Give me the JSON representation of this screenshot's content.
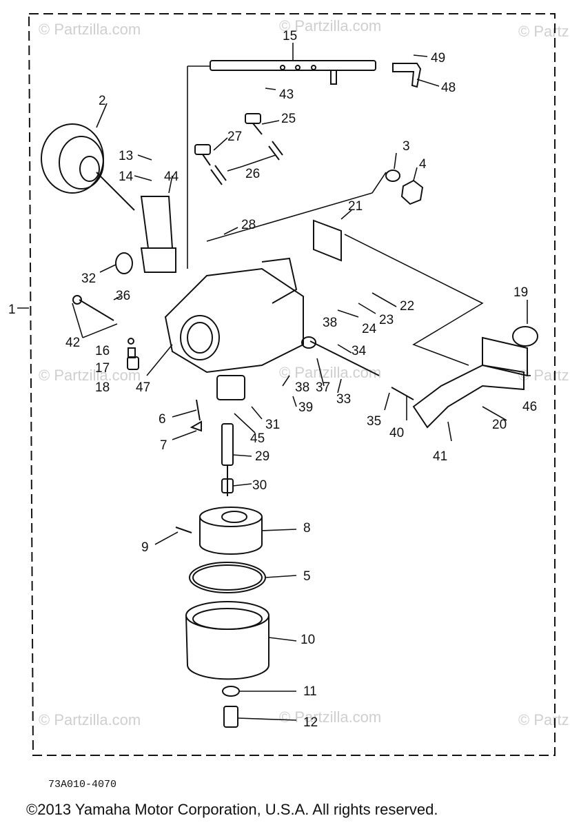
{
  "watermark": "© Partzilla.com",
  "diagram_code": "73A010-4070",
  "copyright": "©2013 Yamaha Motor Corporation, U.S.A. All rights reserved.",
  "callouts": [
    "1",
    "2",
    "3",
    "4",
    "5",
    "6",
    "7",
    "8",
    "9",
    "10",
    "11",
    "12",
    "13",
    "14",
    "15",
    "16",
    "17",
    "18",
    "19",
    "20",
    "21",
    "22",
    "23",
    "24",
    "25",
    "26",
    "27",
    "28",
    "29",
    "30",
    "31",
    "32",
    "33",
    "34",
    "35",
    "36",
    "37",
    "38",
    "38",
    "39",
    "40",
    "41",
    "42",
    "43",
    "44",
    "45",
    "46",
    "47",
    "48",
    "49"
  ]
}
